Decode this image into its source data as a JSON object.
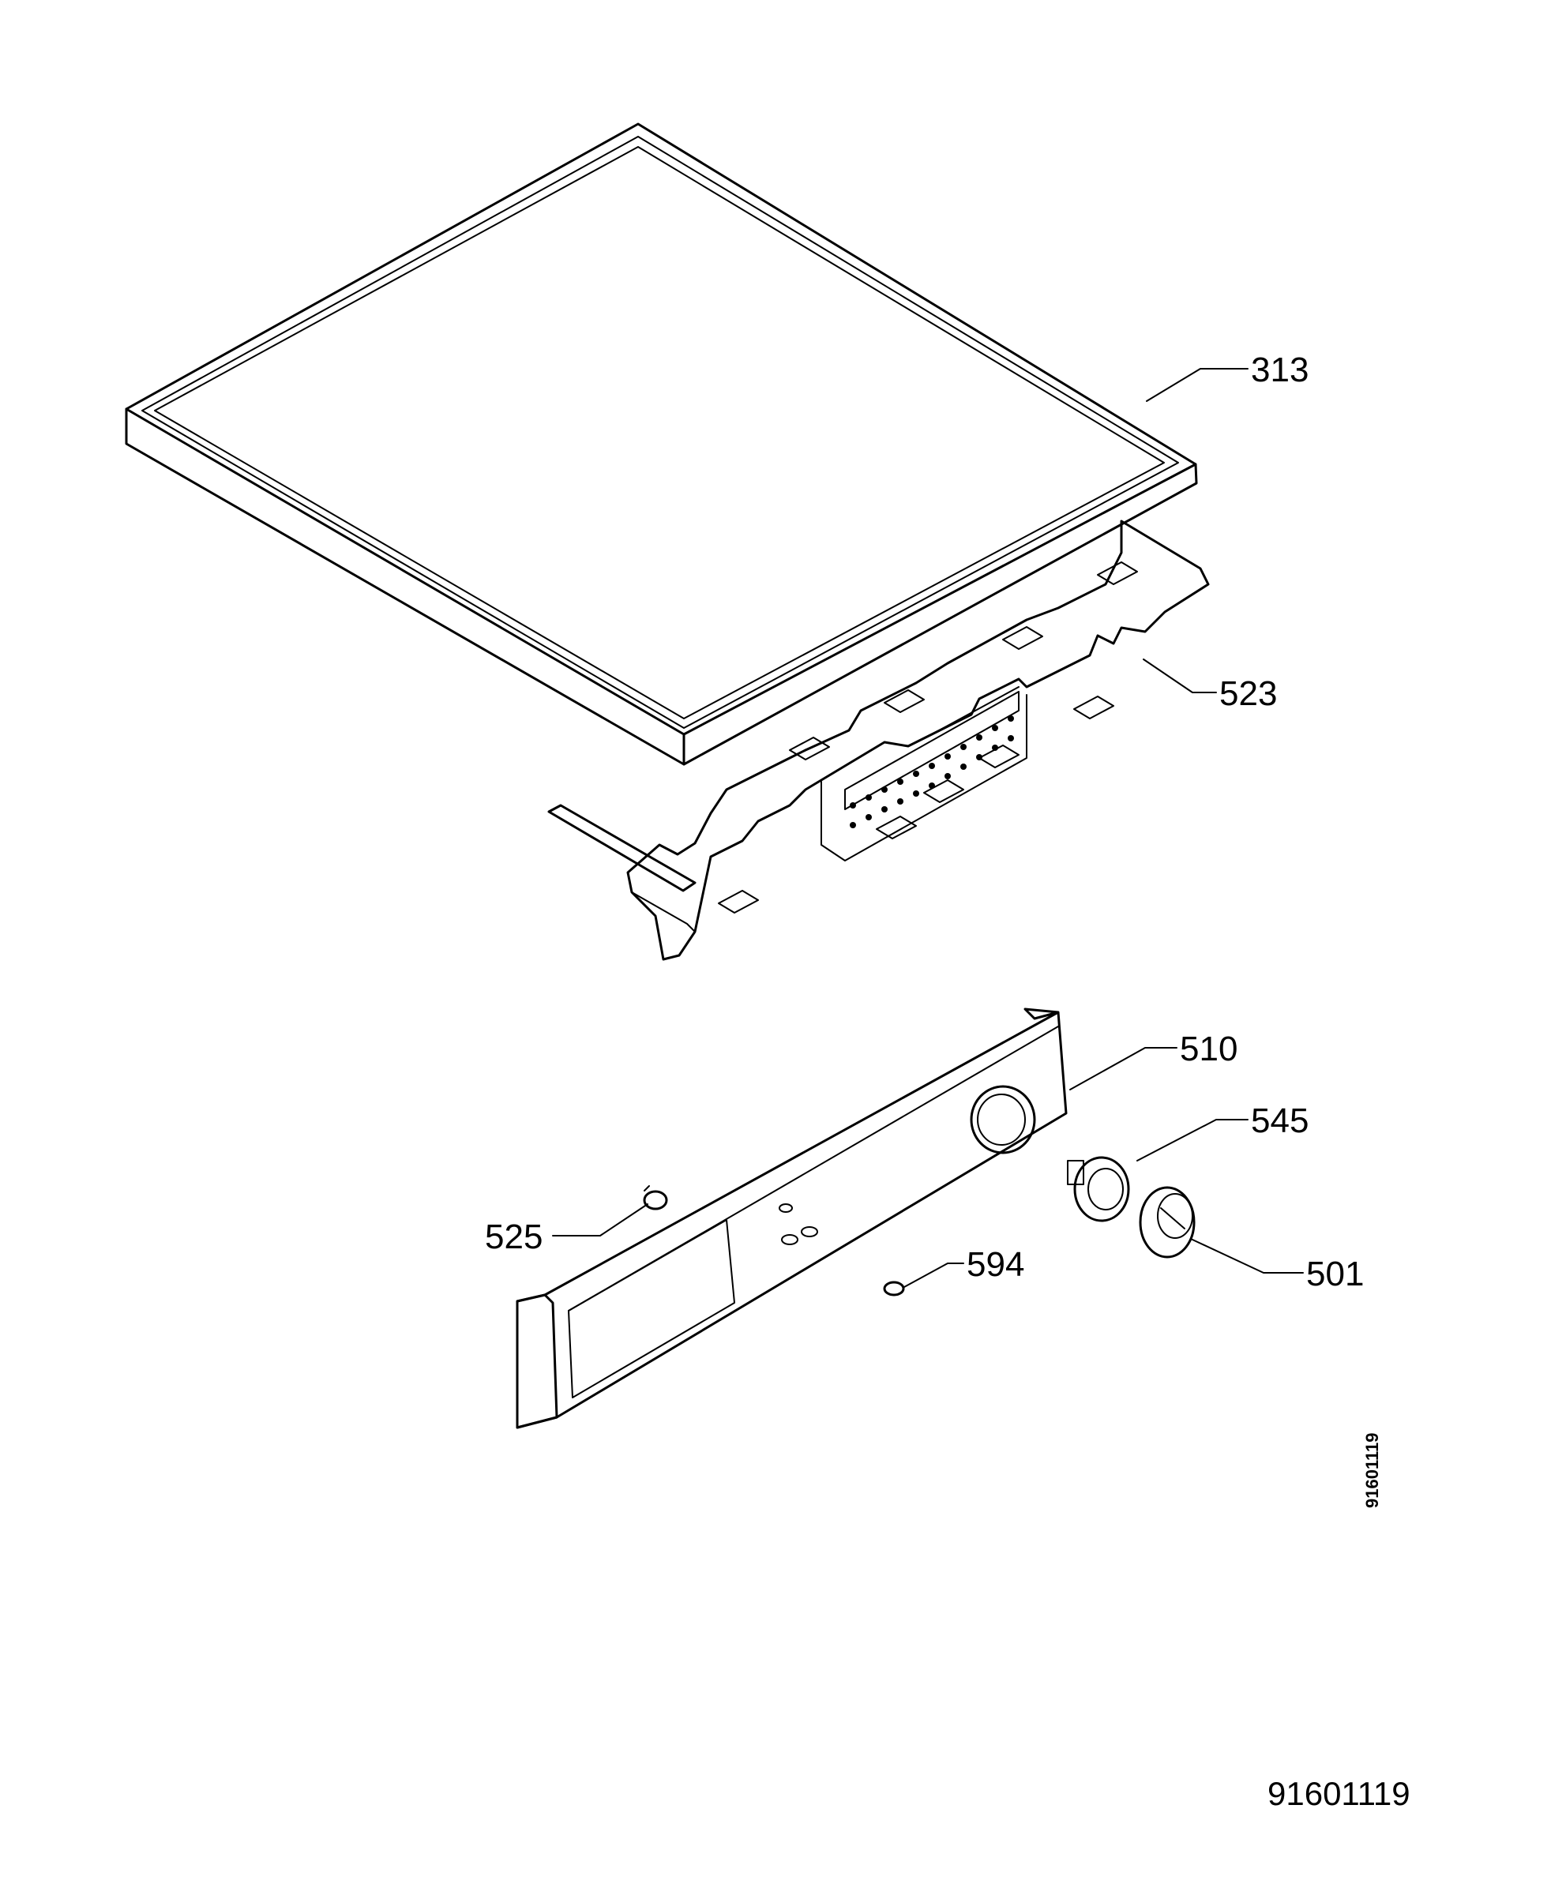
{
  "parts": [
    {
      "id": "313",
      "label": "313"
    },
    {
      "id": "523",
      "label": "523"
    },
    {
      "id": "510",
      "label": "510"
    },
    {
      "id": "545",
      "label": "545"
    },
    {
      "id": "525",
      "label": "525"
    },
    {
      "id": "594",
      "label": "594"
    },
    {
      "id": "501",
      "label": "501"
    }
  ],
  "side_code": "91601119",
  "document_number": "91601119"
}
